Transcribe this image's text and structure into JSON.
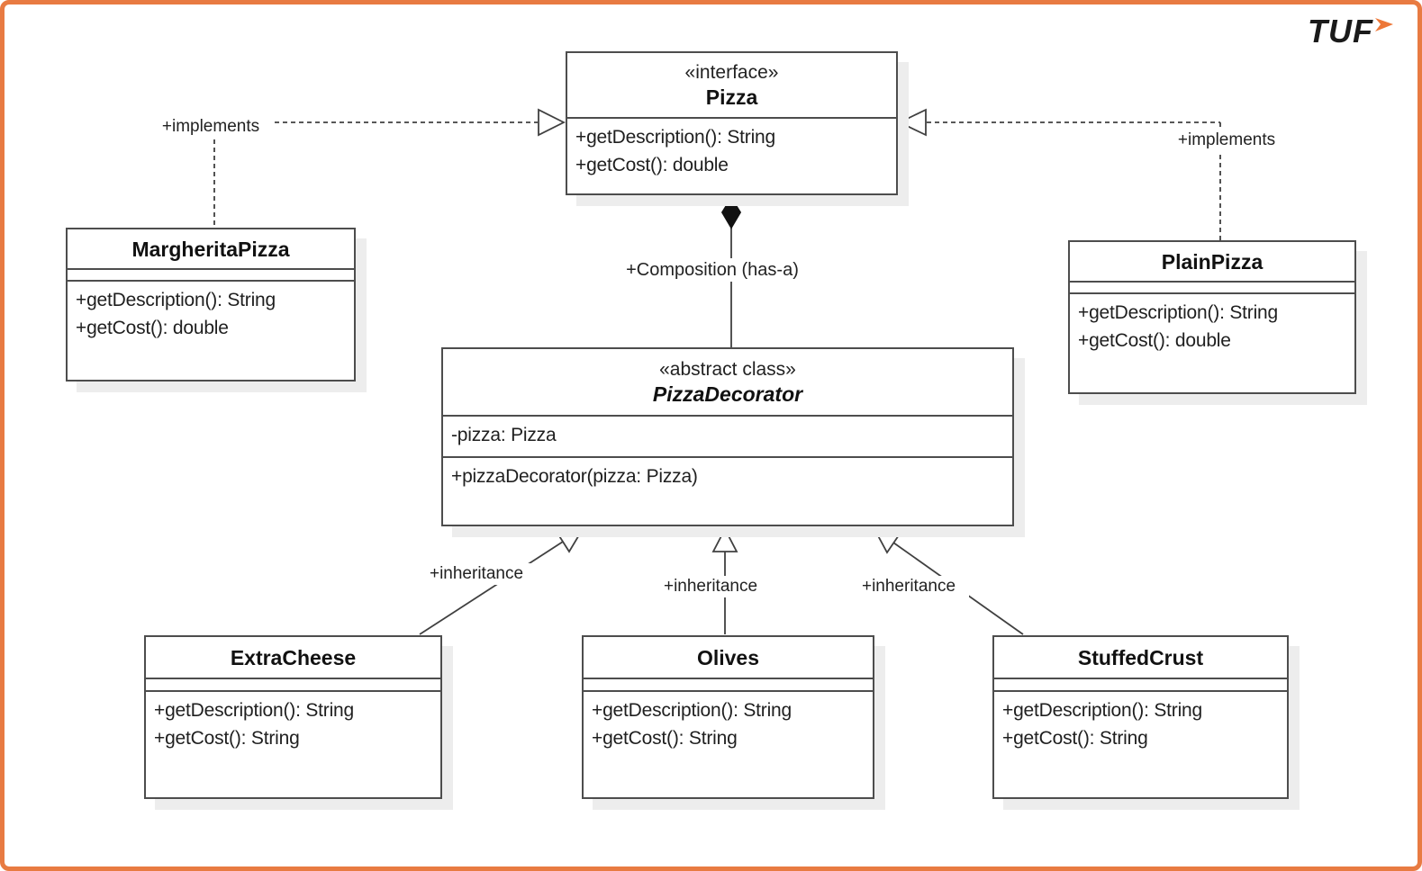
{
  "page": {
    "background": "#ffffff",
    "frame_color": "#e87b42",
    "box_border_color": "#4d4d4d",
    "line_color": "#404040",
    "shadow_color": "#ededed",
    "text_color": "#1f1f1f"
  },
  "logo": {
    "text": "TUF",
    "arrow_icon": "orange-right-arrow",
    "arrow_color": "#ed7738"
  },
  "diagram": {
    "classes": [
      {
        "id": "pizza",
        "stereotype": "«interface»",
        "name": "Pizza",
        "attributes": [],
        "methods": [
          "+getDescription(): String",
          "+getCost(): double"
        ]
      },
      {
        "id": "margherita-pizza",
        "stereotype": "",
        "name": "MargheritaPizza",
        "attributes": [],
        "methods": [
          "+getDescription(): String",
          "+getCost(): double"
        ]
      },
      {
        "id": "plain-pizza",
        "stereotype": "",
        "name": "PlainPizza",
        "attributes": [],
        "methods": [
          "+getDescription(): String",
          "+getCost(): double"
        ]
      },
      {
        "id": "pizza-decorator",
        "stereotype": "«abstract class»",
        "name": "PizzaDecorator",
        "attributes": [
          "-pizza: Pizza"
        ],
        "methods": [
          "+pizzaDecorator(pizza: Pizza)"
        ]
      },
      {
        "id": "extra-cheese",
        "stereotype": "",
        "name": "ExtraCheese",
        "attributes": [],
        "methods": [
          "+getDescription(): String",
          "+getCost(): String"
        ]
      },
      {
        "id": "olives",
        "stereotype": "",
        "name": "Olives",
        "attributes": [],
        "methods": [
          "+getDescription(): String",
          "+getCost(): String"
        ]
      },
      {
        "id": "stuffed-crust",
        "stereotype": "",
        "name": "StuffedCrust",
        "attributes": [],
        "methods": [
          "+getDescription(): String",
          "+getCost(): String"
        ]
      }
    ],
    "relationships": [
      {
        "type": "realization",
        "from": "MargheritaPizza",
        "to": "Pizza",
        "label": "+implements",
        "line": "dashed",
        "marker": "hollow-triangle"
      },
      {
        "type": "realization",
        "from": "PlainPizza",
        "to": "Pizza",
        "label": "+implements",
        "line": "dashed",
        "marker": "hollow-triangle"
      },
      {
        "type": "composition",
        "from": "PizzaDecorator",
        "to": "Pizza",
        "label": "+Composition (has-a)",
        "line": "solid",
        "marker": "filled-diamond"
      },
      {
        "type": "inheritance",
        "from": "ExtraCheese",
        "to": "PizzaDecorator",
        "label": "+inheritance",
        "line": "solid",
        "marker": "hollow-triangle"
      },
      {
        "type": "inheritance",
        "from": "Olives",
        "to": "PizzaDecorator",
        "label": "+inheritance",
        "line": "solid",
        "marker": "hollow-triangle"
      },
      {
        "type": "inheritance",
        "from": "StuffedCrust",
        "to": "PizzaDecorator",
        "label": "+inheritance",
        "line": "solid",
        "marker": "hollow-triangle"
      }
    ]
  }
}
